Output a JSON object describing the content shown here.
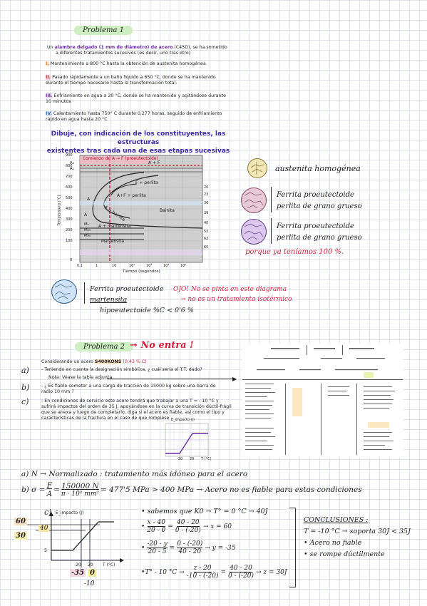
{
  "problem1": {
    "title": "Problema 1",
    "intro_a": "Un ",
    "intro_b": "alambre delgado (1 mm de diámetro) de acero",
    "intro_c": " (C45D), se ha sometido",
    "intro_d": "a diferentes tratamientos sucesivos (es decir, uno tras otro)",
    "steps": [
      {
        "num": "I.",
        "text": "Mantenimiento a 800 °C hasta la obtención de austenita homogénea."
      },
      {
        "num": "II.",
        "text": "Pasado rápidamente a un baño líquido a 650 °C, donde se ha mantenido durante el tiempo necesario hasta la transformación total."
      },
      {
        "num": "III.",
        "text": "Enfriamiento en agua a 20 °C, donde se ha mantenido y agitándose durante 10 minutos"
      },
      {
        "num": "IV.",
        "text": "Calentamiento hasta 750° C durante 0,277 horas, seguido de enfriamiento rápido en agua hasta 20 °C"
      }
    ],
    "instruction_line1": "Dibuje, con indicación de los constituyentes, las estructuras",
    "instruction_line2": "existentes tras cada una de esas etapas sucesivas",
    "ttt": {
      "top_label": "Comienzo de A → F (proeutectoide)",
      "region_labels": [
        "A + F",
        "F + perlita",
        "A+F + perlita",
        "Bainita",
        "A",
        "A → bainita",
        "A + martensita",
        "Martensita",
        "A"
      ],
      "y_ticks": [
        "900",
        "800",
        "700",
        "600",
        "500",
        "400",
        "300",
        "200",
        "100",
        "0"
      ],
      "right_ticks": [
        "20",
        "23",
        "30",
        "39",
        "40",
        "52",
        "62",
        "65"
      ],
      "marks": [
        "A₁",
        "A₃",
        "Mₛ",
        "M₅₀",
        "M₉₀"
      ],
      "x_ticks": [
        "0,1",
        "1",
        "10",
        "10²",
        "10³",
        "10⁴",
        "10⁵"
      ],
      "xlabel": "Tiempo (segundos)",
      "ylabel": "Temperatura (°C)"
    },
    "answers": [
      {
        "lines": [
          "austenita homogénea"
        ]
      },
      {
        "lines": [
          "Ferrita proeutectoide",
          "perlita de grano grueso"
        ]
      },
      {
        "lines": [
          "Ferrita proeutectoide",
          "perlita de grano grueso"
        ],
        "extra": "porque ya teníamos 100 %."
      }
    ],
    "step4": {
      "line1": "Ferrita proeutectoide",
      "line2": "martensita",
      "line3": "hipoeutectoide  %C < 0'6 %",
      "note1": "OJO! No se pinta en este diagrama",
      "note2": "→ no es un tratamiento isotérmico"
    }
  },
  "problem2": {
    "title": "Problema 2",
    "no_entra": "→ No entra !",
    "steel_a": "Considerando un acero ",
    "steel_b": "S400KONS",
    "steel_c": " (0,43 % C)",
    "qa_label": "a)",
    "qa_text": "- Teniendo en cuenta la designación simbólica, ¿ cuál sería el T.T. dado?",
    "qa_note": "Nota: Véase la tabla adjunta",
    "qb_label": "b)",
    "qb_text": "- ¿ Es fiable someter a una carga de tracción de 15000 kg sobre una barra de radio 10 mm ?",
    "qc_label": "c)",
    "qc_text": "- En condiciones de servicio este acero tendrá que trabajar a una T = - 10 °C y sufrirá impactos del orden de 35 J, apoyándose en la curva de transición dúctil-frágil que se anexa y luego de completarlo, diga si el acero es fiable, así como el tipo y características de la fractura en el caso de que rompiese",
    "small_chart": {
      "ylabel": "E_impacto (J)",
      "xlabel": "T (°C)",
      "x_ticks": [
        "-20",
        "20"
      ]
    },
    "ans_a": "a)  N →  Normalizado :  tratamiento más idóneo para el acero",
    "ans_b_pre": "b)  σ = ",
    "ans_b_F": "F",
    "ans_b_A": "A",
    "ans_b_eq": " = ",
    "ans_b_num": "150000 N",
    "ans_b_den": "π · 10² mm²",
    "ans_b_post": " = 477'5 MPa  > 400 MPa  →  Acero no es fiable para estas condiciones",
    "part_c": {
      "label": "c)",
      "ylabel": "E_impacto (J)",
      "xlabel": "T (°C)",
      "y_values": [
        "60",
        "40",
        "30",
        "5"
      ],
      "x_values": [
        "-20",
        "20"
      ],
      "below": [
        "-35",
        "0",
        "-10"
      ],
      "bullet1": "sabemos que  K0 → T° = 0 °C → 40J",
      "eq1_num_l": "x - 40",
      "eq1_den_l": "20 - 0",
      "eq1_num_r": "40 - 20",
      "eq1_den_r": "0 - (-20)",
      "eq1_res": "→ x = 60",
      "eq2_num_l": "-20 - y",
      "eq2_den_l": "20 - 5",
      "eq2_num_r": "0 - (-20)",
      "eq2_den_r": "40 - 20",
      "eq2_res": "→ y = -35",
      "eq3_pre": "T° - 10 °C  →",
      "eq3_num_l": "z - 20",
      "eq3_den_l": "-10 - (-20)",
      "eq3_num_r": "40 - 20",
      "eq3_den_r": "0 - (-20)",
      "eq3_res": "→ z = 30J",
      "conclusion_title": "CONCLUSIONES :",
      "conclusion_line": "T = -10 °C  →  soporta 30J < 35J",
      "conclusion_b1": "Acero no fiable",
      "conclusion_b2": "se rompe dúctilmente"
    }
  }
}
